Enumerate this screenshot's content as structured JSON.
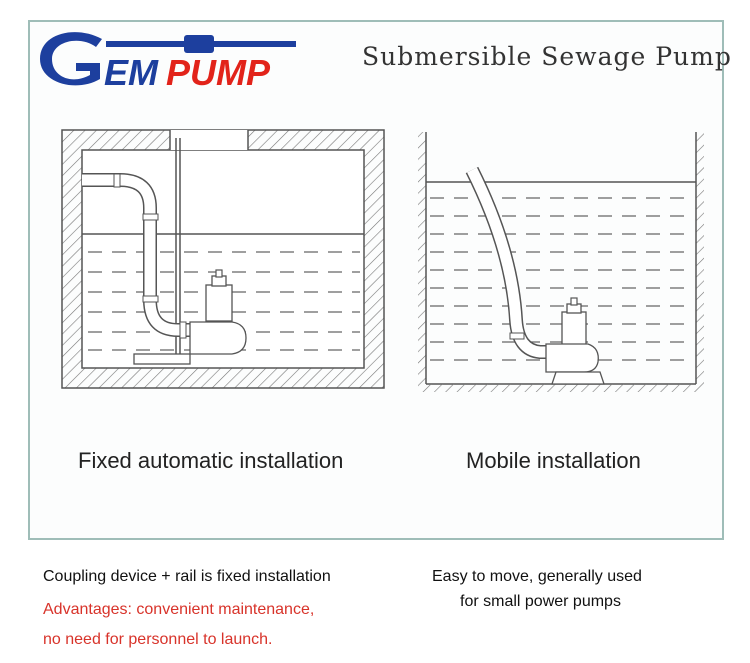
{
  "brand": {
    "logo_text": "GEMPUMP",
    "color_blue": "#1d3f9e",
    "color_red": "#e2231a"
  },
  "header": {
    "title": "Submersible Sewage Pump"
  },
  "diagrams": {
    "left_caption": "Fixed automatic installation",
    "right_caption": "Mobile installation"
  },
  "notes": {
    "left_line1": "Coupling device + rail is fixed installation",
    "left_advantages_1": "Advantages: convenient maintenance,",
    "left_advantages_2": "no need for personnel to launch.",
    "right_line1": "Easy to move, generally used",
    "right_line2": "for small power pumps"
  },
  "colors": {
    "frame": "#9fbdb8",
    "line": "#555555",
    "advantage_text": "#d8332a"
  }
}
